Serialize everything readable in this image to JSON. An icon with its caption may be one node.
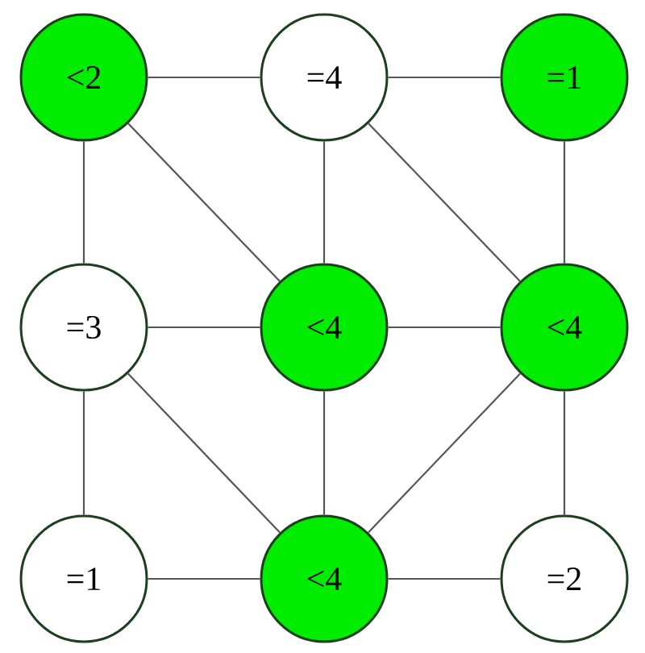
{
  "diagram": {
    "nodes": [
      {
        "text": [
          "<2"
        ]
      },
      {
        "text": [
          "=4"
        ]
      },
      {
        "text": [
          "=1"
        ]
      },
      {
        "text": [
          "=3"
        ]
      },
      {
        "text": [
          "<4"
        ]
      },
      {
        "text": [
          "<4"
        ]
      },
      {
        "text": [
          "=1"
        ]
      },
      {
        "text": [
          "<4"
        ]
      },
      {
        "text": [
          "=2"
        ]
      }
    ],
    "edges": [
      {
        "from": 0,
        "to": 1,
        "arrow": "none"
      },
      {
        "from": 1,
        "to": 2,
        "arrow": "none"
      },
      {
        "from": 0,
        "to": 3,
        "arrow": "none"
      },
      {
        "from": 0,
        "to": 4,
        "arrow": "none"
      },
      {
        "from": 1,
        "to": 4,
        "arrow": "none"
      },
      {
        "from": 1,
        "to": 5,
        "arrow": "none"
      },
      {
        "from": 2,
        "to": 5,
        "arrow": "none"
      },
      {
        "from": 3,
        "to": 4,
        "arrow": "none"
      },
      {
        "from": 4,
        "to": 5,
        "arrow": "none"
      },
      {
        "from": 3,
        "to": 6,
        "arrow": "none"
      },
      {
        "from": 3,
        "to": 7,
        "arrow": "none"
      },
      {
        "from": 4,
        "to": 7,
        "arrow": "none"
      },
      {
        "from": 5,
        "to": 7,
        "arrow": "none"
      },
      {
        "from": 5,
        "to": 8,
        "arrow": "none"
      },
      {
        "from": 6,
        "to": 7,
        "arrow": "none"
      },
      {
        "from": 7,
        "to": 8,
        "arrow": "none"
      }
    ]
  }
}
